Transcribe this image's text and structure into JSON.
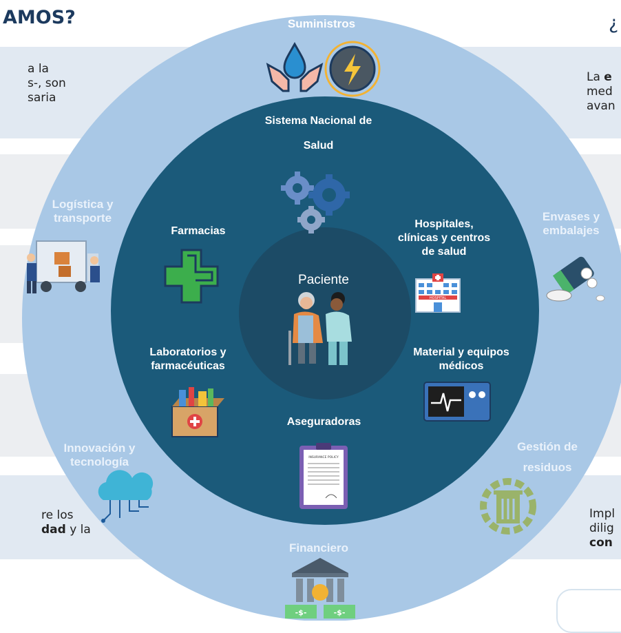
{
  "titles": {
    "left": "AMOS?",
    "right": "¿"
  },
  "left_texts": {
    "block1": [
      "a la",
      "s-, son",
      "saria"
    ],
    "block2_line1_pre": "re los",
    "block2_line2_bold": "dad",
    "block2_line2_post": " y la"
  },
  "right_texts": {
    "block1_pre": "La ",
    "block1_bold": "e",
    "block1_lines": [
      "med",
      "avan"
    ],
    "block2_lines": [
      "Impl",
      "dilig"
    ],
    "block2_bold": "con"
  },
  "outer_ring": {
    "suministros": "Suministros",
    "logistica": [
      "Logística y",
      "transporte"
    ],
    "envases": [
      "Envases y",
      "embalajes"
    ],
    "innovacion": [
      "Innovación y",
      "tecnología"
    ],
    "gestion": [
      "Gestión de",
      "residuos"
    ],
    "financiero": "Financiero"
  },
  "inner_ring": {
    "sns": [
      "Sistema Nacional de",
      "Salud"
    ],
    "farmacias": "Farmacias",
    "hospitales": [
      "Hospitales,",
      "clínicas y centros",
      "de salud"
    ],
    "laboratorios": [
      "Laboratorios y",
      "farmacéuticas"
    ],
    "material": [
      "Material y equipos",
      "médicos"
    ],
    "aseguradoras": "Aseguradoras"
  },
  "center": {
    "label": "Paciente"
  },
  "icon_texts": {
    "hospital_sign": "HOSPITAL",
    "policy_title": "INSURANCE POLICY",
    "bill": "-$-"
  },
  "colors": {
    "outer": "#a9c8e6",
    "inner": "#1b5a7a",
    "core": "#1c4b66",
    "band": "#e1e9f2",
    "band2": "#eceef1",
    "title": "#1c3a5e"
  }
}
